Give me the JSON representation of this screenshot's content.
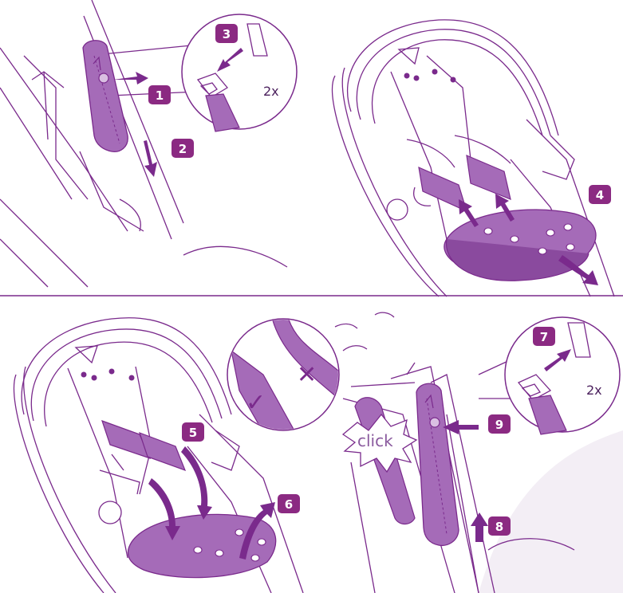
{
  "title": "",
  "steps": {
    "s1": "1",
    "s2": "2",
    "s3": "3",
    "s4": "4",
    "s5": "5",
    "s6": "6",
    "s7": "7",
    "s8": "8",
    "s9": "9"
  },
  "repeat_top": "2x",
  "repeat_bottom": "2x",
  "click_label": "click",
  "correct_mark": "✓",
  "wrong_mark": "✕",
  "colors": {
    "line": "#7a2a8c",
    "fill": "#a56bb8",
    "fill_dark": "#8a4a9e",
    "badge": "#8b2a82",
    "watermark": "#f3eef5"
  }
}
